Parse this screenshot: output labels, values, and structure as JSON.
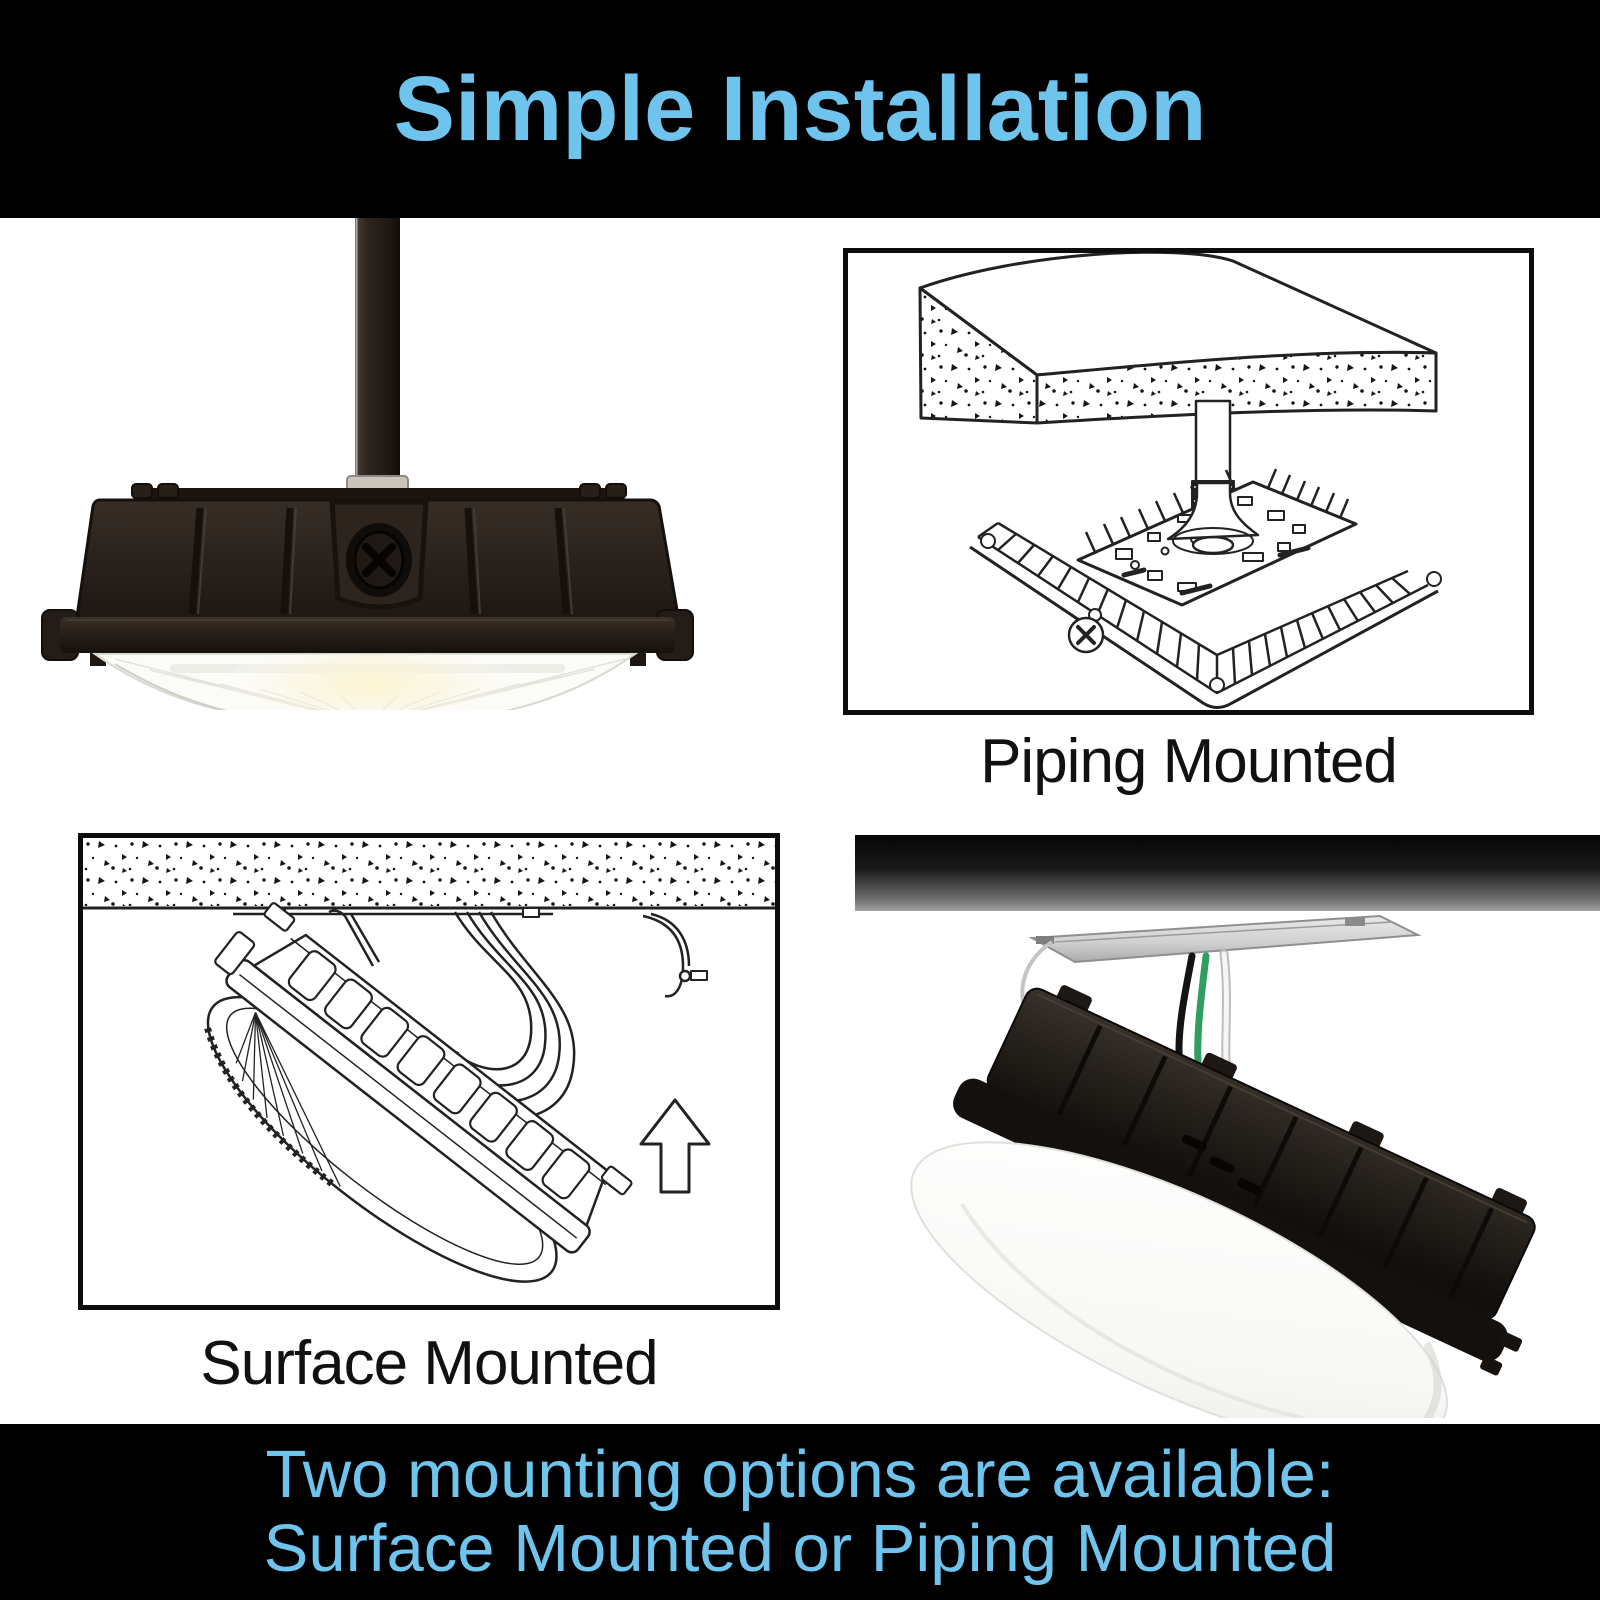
{
  "header": {
    "title": "Simple Installation"
  },
  "figures": {
    "piping": {
      "label": "Piping Mounted"
    },
    "surface": {
      "label": "Surface Mounted"
    }
  },
  "footer": {
    "line1": "Two mounting options are available:",
    "line2": "Surface Mounted or Piping Mounted"
  },
  "colors": {
    "accent_blue": "#6FC4EE",
    "banner_bg": "#000000",
    "line_art_ink": "#222222",
    "fixture_body": "#2A231D"
  },
  "icons": {
    "up_arrow": "up-arrow-icon"
  }
}
